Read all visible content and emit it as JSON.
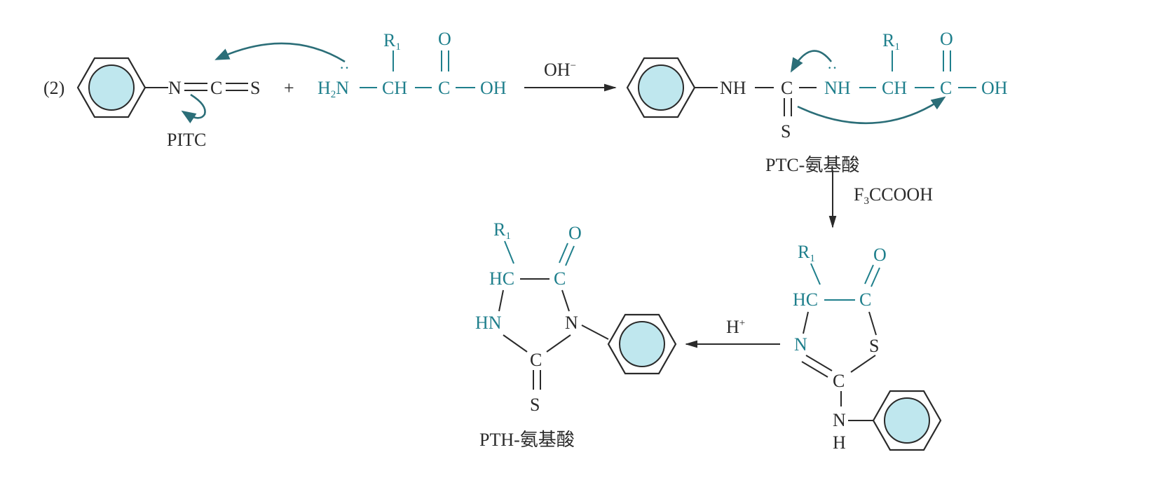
{
  "step_label": "(2)",
  "reagent": {
    "n": "N",
    "c": "C",
    "s": "S",
    "name": "PITC",
    "plus": "+"
  },
  "amino_acid": {
    "h2": "H",
    "h2_sub": "2",
    "n": "N",
    "r": "R",
    "r_sub": "1",
    "ch": "CH",
    "c": "C",
    "o": "O",
    "oh": "OH"
  },
  "arrow1": {
    "reagent": "OH",
    "reagent_sup": "−"
  },
  "ptc": {
    "nh": "NH",
    "c": "C",
    "s": "S",
    "nh2": "NH",
    "r": "R",
    "r_sub": "1",
    "ch": "CH",
    "c2": "C",
    "o": "O",
    "oh": "OH",
    "name": "PTC-氨基酸"
  },
  "arrow2": {
    "reagent_pre": "F",
    "reagent_sub": "3",
    "reagent_post": "CCOOH"
  },
  "thiazolinone": {
    "r": "R",
    "r_sub": "1",
    "hc": "HC",
    "c": "C",
    "o": "O",
    "n": "N",
    "s": "S",
    "c2": "C",
    "n2": "N",
    "h": "H"
  },
  "arrow3": {
    "reagent": "H",
    "reagent_sup": "+"
  },
  "pth": {
    "r": "R",
    "r_sub": "1",
    "hc": "HC",
    "c": "C",
    "o": "O",
    "hn": "HN",
    "n": "N",
    "c2": "C",
    "s": "S",
    "name": "PTH-氨基酸"
  },
  "colors": {
    "black": "#2a2a2a",
    "teal": "#1f7f8c",
    "ring_fill": "#bfe7ee"
  }
}
